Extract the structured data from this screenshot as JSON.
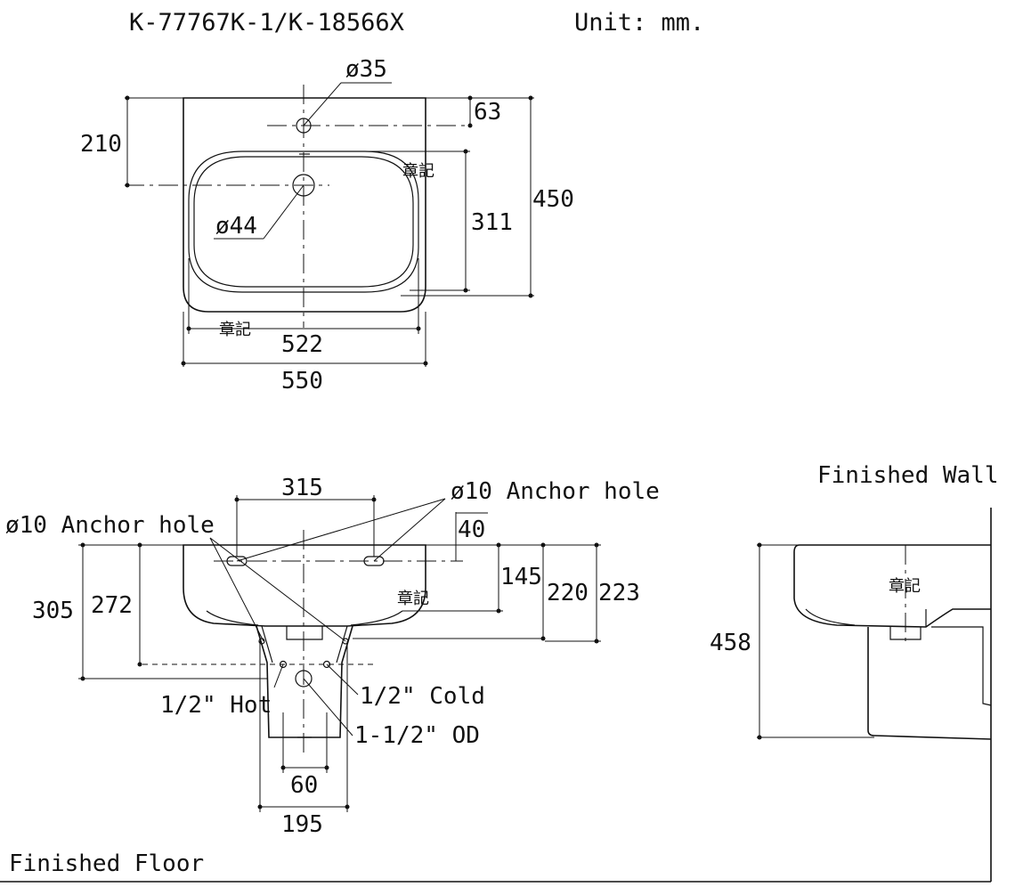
{
  "title": {
    "model": "K-77767K-1/K-18566X",
    "unit": "Unit: mm."
  },
  "top_view": {
    "dim_inlet_dia": "ø35",
    "dim_drain_dia": "ø44",
    "dim_210": "210",
    "dim_63": "63",
    "dim_311": "311",
    "dim_450": "450",
    "dim_522": "522",
    "dim_550": "550",
    "logo_mark_1": "章記",
    "logo_mark_2": "章記"
  },
  "front_view": {
    "dim_315": "315",
    "anchor_hole_right": "ø10 Anchor hole",
    "anchor_hole_left": "ø10 Anchor hole",
    "dim_40": "40",
    "dim_145": "145",
    "dim_220": "220",
    "dim_223": "223",
    "dim_305": "305",
    "dim_272": "272",
    "hot": "1/2\" Hot",
    "cold": "1/2\" Cold",
    "od": "1-1/2\" OD",
    "dim_60": "60",
    "dim_195": "195",
    "logo_mark": "章記"
  },
  "side_view": {
    "finished_wall": "Finished Wall",
    "dim_458": "458",
    "logo_mark": "章記"
  },
  "floor": {
    "finished_floor": "Finished Floor"
  }
}
